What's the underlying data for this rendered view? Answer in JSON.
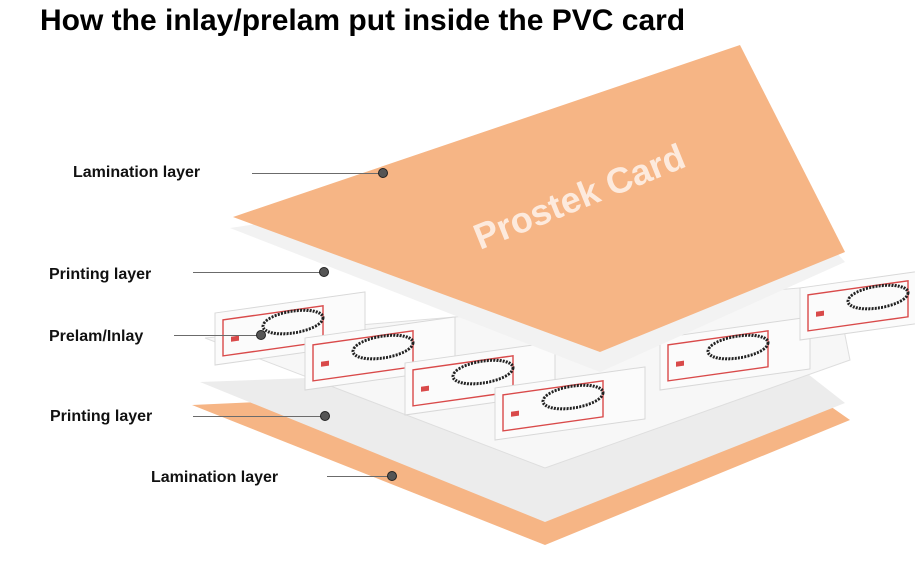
{
  "title": "How the inlay/prelam put inside the PVC card",
  "watermark": "Prostek Card",
  "layers": [
    {
      "id": "lamination-top",
      "label": "Lamination layer"
    },
    {
      "id": "printing-top",
      "label": "Printing layer"
    },
    {
      "id": "prelam-inlay",
      "label": "Prelam/Inlay"
    },
    {
      "id": "printing-bottom",
      "label": "Printing layer"
    },
    {
      "id": "lamination-bottom",
      "label": "Lamination layer"
    }
  ],
  "colors": {
    "lamination": "#f6b585",
    "printing": "#f1f1f1",
    "inlay_sheet": "#f7f7f7",
    "antenna_frame": "#d94a4a",
    "coil": "#222222"
  }
}
